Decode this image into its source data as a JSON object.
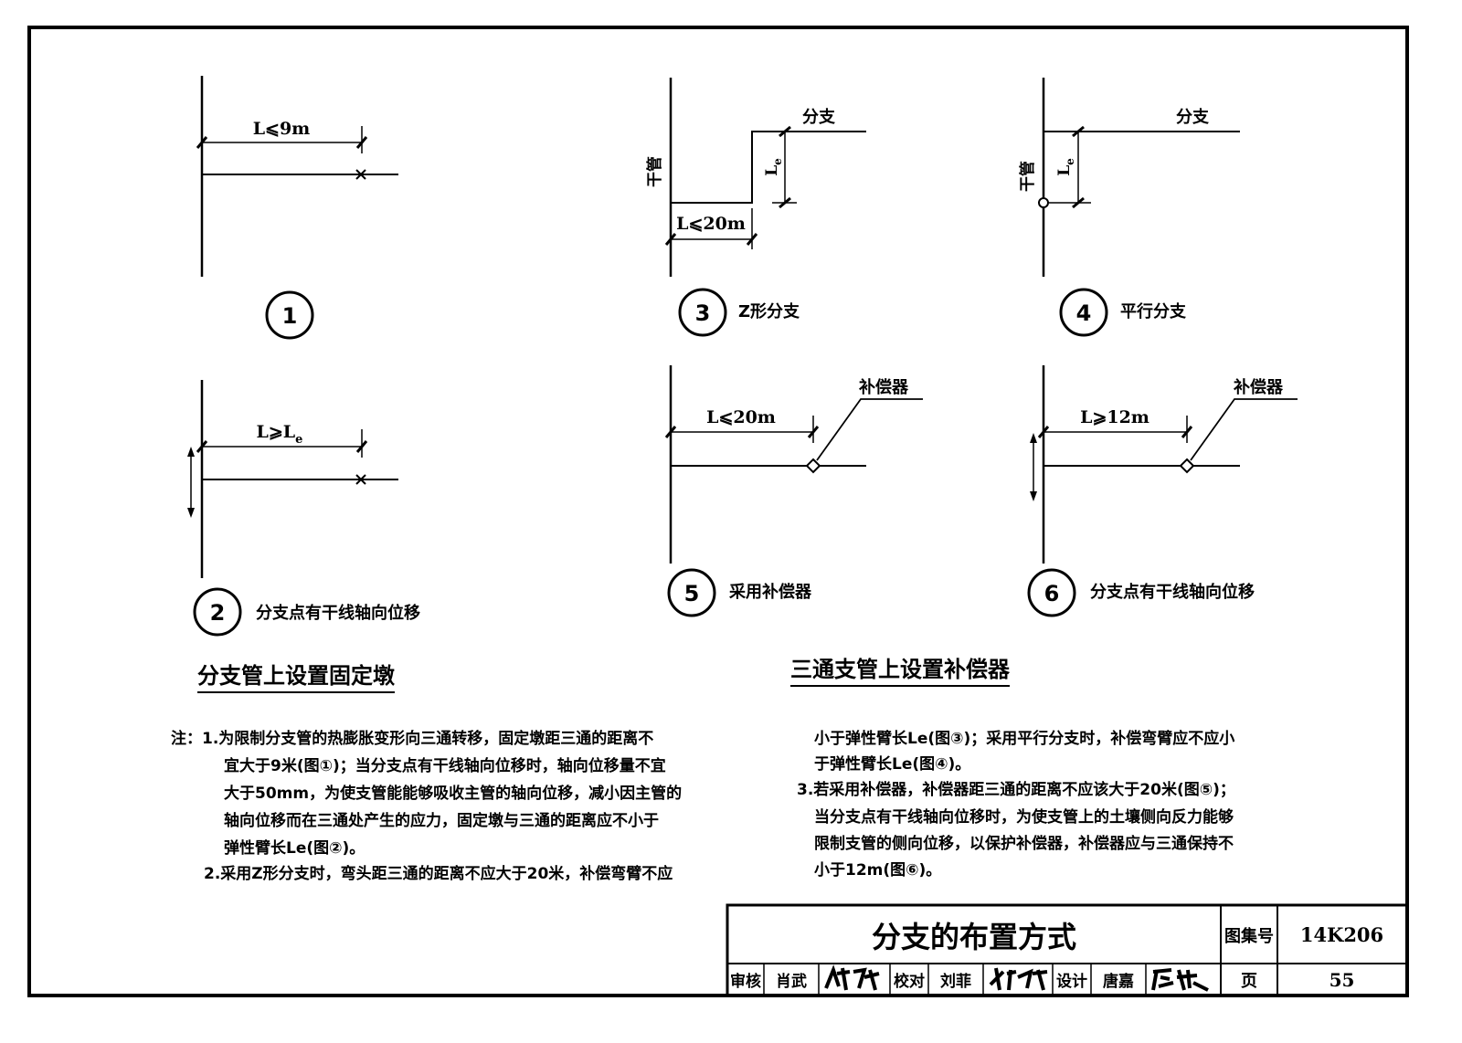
{
  "figures": {
    "fig1": {
      "number": "1",
      "dim_label": "L⩽9m"
    },
    "fig2": {
      "number": "2",
      "dim_label_main": "L⩾L",
      "dim_label_sub": "e",
      "caption": "分支点有干线轴向位移"
    },
    "fig3": {
      "number": "3",
      "caption": "Z形分支",
      "main_pipe_label": "干管",
      "branch_label": "分支",
      "dim_label": "L⩽20m",
      "arm_label_main": "L",
      "arm_label_sub": "e"
    },
    "fig4": {
      "number": "4",
      "caption": "平行分支",
      "main_pipe_label": "干管",
      "branch_label": "分支",
      "arm_label_main": "L",
      "arm_label_sub": "e"
    },
    "fig5": {
      "number": "5",
      "caption": "采用补偿器",
      "compensator_label": "补偿器",
      "dim_label": "L⩽20m"
    },
    "fig6": {
      "number": "6",
      "caption": "分支点有干线轴向位移",
      "compensator_label": "补偿器",
      "dim_label": "L⩾12m"
    }
  },
  "section_titles": {
    "left": "分支管上设置固定墩",
    "right": "三通支管上设置补偿器"
  },
  "notes": {
    "left_lines": [
      "注：1.为限制分支管的热膨胀变形向三通转移，固定墩距三通的距离不",
      "宜大于9米(图①)；当分支点有干线轴向位移时，轴向位移量不宜",
      "大于50mm，为使支管能能够吸收主管的轴向位移，减小因主管的",
      "轴向位移而在三通处产生的应力，固定墩与三通的距离应不小于",
      "弹性臂长Le(图②)。",
      "2.采用Z形分支时，弯头距三通的距离不应大于20米，补偿弯臂不应"
    ],
    "right_lines": [
      "小于弹性臂长Le(图③)；采用平行分支时，补偿弯臂应不应小",
      "于弹性臂长Le(图④)。",
      "3.若采用补偿器，补偿器距三通的距离不应该大于20米(图⑤)；",
      "当分支点有干线轴向位移时，为使支管上的土壤侧向反力能够",
      "限制支管的侧向位移，以保护补偿器，补偿器应与三通保持不",
      "小于12m(图⑥)。"
    ]
  },
  "title_block": {
    "drawing_title": "分支的布置方式",
    "atlas_label": "图集号",
    "atlas_number": "14K206",
    "review_label": "审核",
    "reviewer": "肖武",
    "check_label": "校对",
    "checker": "刘菲",
    "design_label": "设计",
    "designer": "唐嘉",
    "page_label": "页",
    "page_number": "55"
  }
}
